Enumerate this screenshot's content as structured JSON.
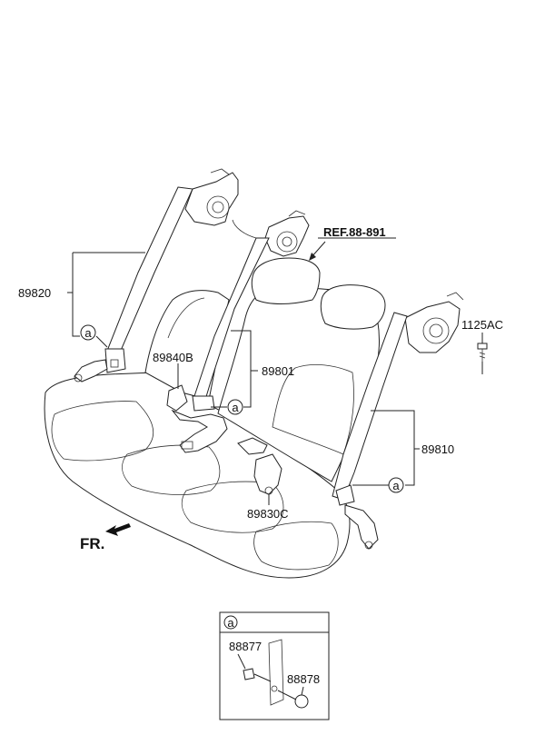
{
  "diagram": {
    "callouts": {
      "p89820": "89820",
      "p89840b": "89840B",
      "p89801": "89801",
      "p1125ac": "1125AC",
      "p89810": "89810",
      "p89830c": "89830C",
      "ref": "REF.88-891",
      "fr": "FR."
    },
    "marker_a": "a",
    "inset": {
      "header": "a",
      "p88877": "88877",
      "p88878": "88878"
    }
  }
}
